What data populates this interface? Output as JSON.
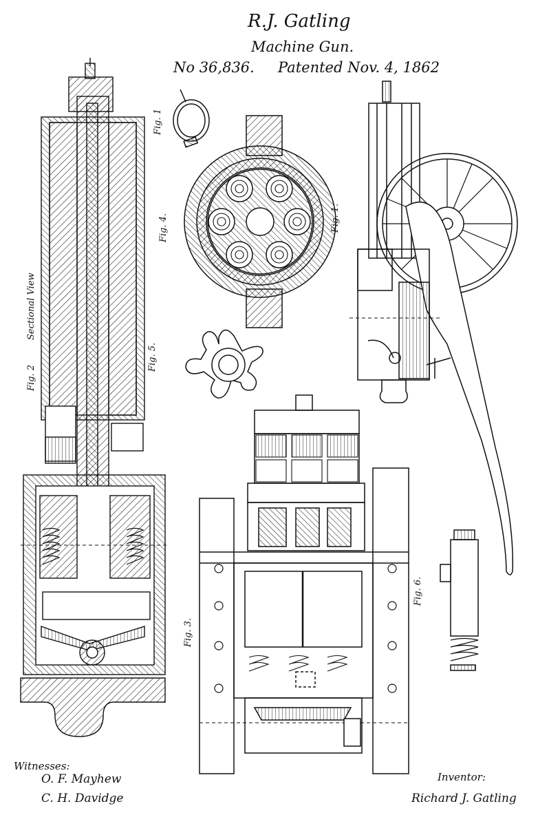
{
  "header": {
    "inventor_name": "R.J. Gatling",
    "title": "Machine Gun.",
    "patent_number": "No 36,836.",
    "patented": "Patented Nov. 4, 1862"
  },
  "figures": {
    "fig1": "Fig. 1.",
    "fig1_small": "Fig. 1",
    "fig2": "Fig. 2",
    "fig2_caption": "Sectional View",
    "fig3": "Fig. 3.",
    "fig4": "Fig. 4.",
    "fig5": "Fig. 5.",
    "fig6": "Fig. 6."
  },
  "footer": {
    "witnesses_label": "Witnesses:",
    "witness_1": "O. F. Mayhew",
    "witness_2": "C. H. Davidge",
    "inventor_label": "Inventor:",
    "inventor_signature": "Richard J. Gatling"
  },
  "colors": {
    "ink": "#111111",
    "paper": "#ffffff"
  }
}
